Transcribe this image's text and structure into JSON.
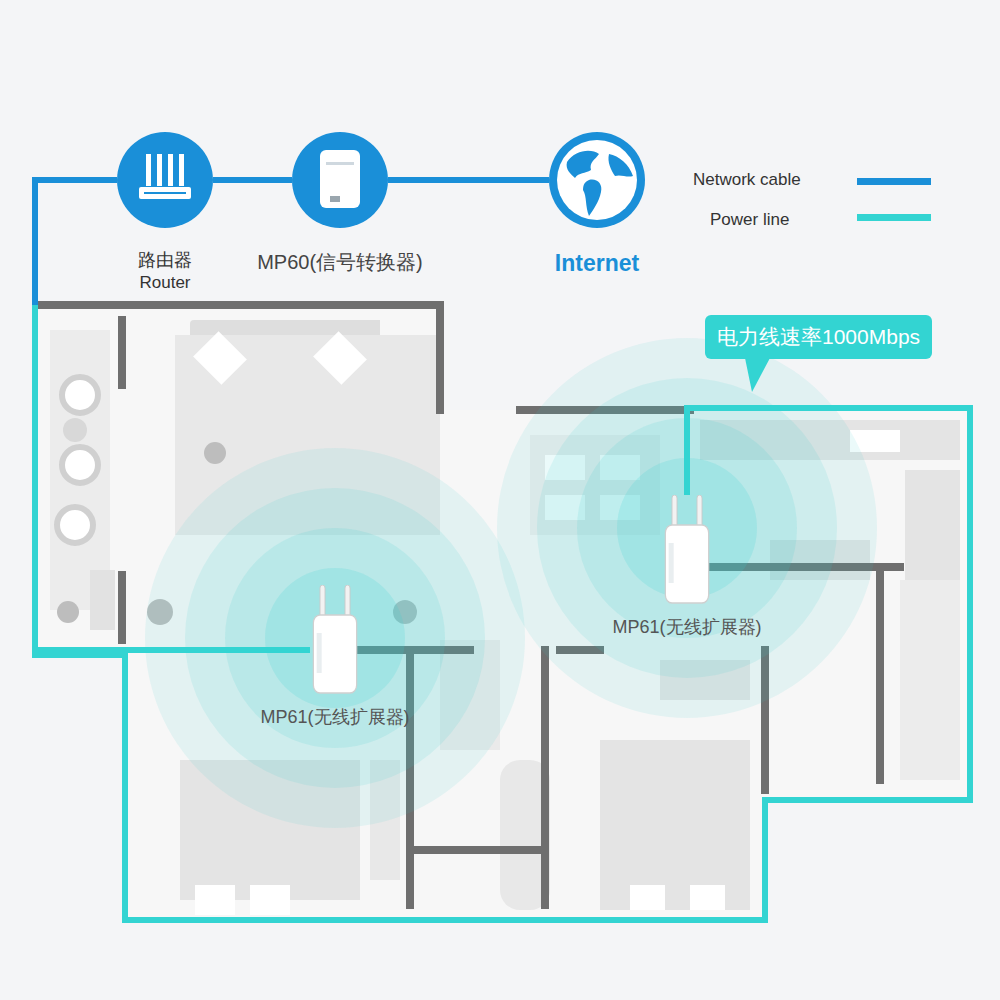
{
  "diagram": {
    "nodes": [
      {
        "text": [
          "路由器",
          "Router"
        ]
      },
      {
        "text": [
          "MP60(信号转换器)"
        ]
      },
      {
        "text": [
          "Internet"
        ]
      },
      {
        "text": [
          "电力线速率1000Mbps"
        ]
      },
      {
        "text": [
          "MP61(无线扩展器)"
        ]
      },
      {
        "text": [
          "MP61(无线扩展器)"
        ]
      }
    ],
    "edges": [
      {
        "from": 0,
        "to": 1,
        "arrow": "none"
      },
      {
        "from": 1,
        "to": 2,
        "arrow": "none"
      },
      {
        "from": 0,
        "to": 4,
        "arrow": "none"
      },
      {
        "from": 0,
        "to": 5,
        "arrow": "none"
      }
    ],
    "legend": [
      {
        "text": "Network cable",
        "color": "#1a8fd8"
      },
      {
        "text": "Power line",
        "color": "#33d4d2"
      }
    ]
  }
}
